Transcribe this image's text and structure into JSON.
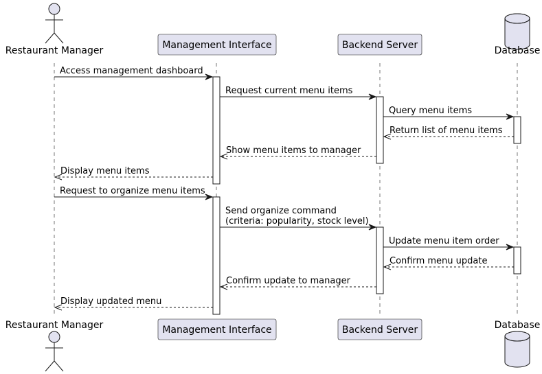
{
  "participants": [
    {
      "id": "manager",
      "label": "Restaurant Manager",
      "kind": "actor"
    },
    {
      "id": "ui",
      "label": "Management Interface",
      "kind": "box"
    },
    {
      "id": "server",
      "label": "Backend Server",
      "kind": "box"
    },
    {
      "id": "db",
      "label": "Database",
      "kind": "database"
    }
  ],
  "messages": [
    {
      "from": "manager",
      "to": "ui",
      "lines": [
        "Access management dashboard"
      ],
      "dashed": false
    },
    {
      "from": "ui",
      "to": "server",
      "lines": [
        "Request current menu items"
      ],
      "dashed": false
    },
    {
      "from": "server",
      "to": "db",
      "lines": [
        "Query menu items"
      ],
      "dashed": false
    },
    {
      "from": "db",
      "to": "server",
      "lines": [
        "Return list of menu items"
      ],
      "dashed": true
    },
    {
      "from": "server",
      "to": "ui",
      "lines": [
        "Show menu items to manager"
      ],
      "dashed": true
    },
    {
      "from": "ui",
      "to": "manager",
      "lines": [
        "Display menu items"
      ],
      "dashed": true
    },
    {
      "from": "manager",
      "to": "ui",
      "lines": [
        "Request to organize menu items"
      ],
      "dashed": false
    },
    {
      "from": "ui",
      "to": "server",
      "lines": [
        "Send organize command",
        "(criteria: popularity, stock level)"
      ],
      "dashed": false
    },
    {
      "from": "server",
      "to": "db",
      "lines": [
        "Update menu item order"
      ],
      "dashed": false
    },
    {
      "from": "db",
      "to": "server",
      "lines": [
        "Confirm menu update"
      ],
      "dashed": true
    },
    {
      "from": "server",
      "to": "ui",
      "lines": [
        "Confirm update to manager"
      ],
      "dashed": true
    },
    {
      "from": "ui",
      "to": "manager",
      "lines": [
        "Display updated menu"
      ],
      "dashed": true
    }
  ],
  "activations": [
    {
      "participant": "ui",
      "from_message": 0,
      "to_message": 5
    },
    {
      "participant": "server",
      "from_message": 1,
      "to_message": 4
    },
    {
      "participant": "db",
      "from_message": 2,
      "to_message": 3
    },
    {
      "participant": "ui",
      "from_message": 6,
      "to_message": 11
    },
    {
      "participant": "server",
      "from_message": 7,
      "to_message": 10
    },
    {
      "participant": "db",
      "from_message": 8,
      "to_message": 9
    }
  ],
  "colors": {
    "participant_fill": "#E2E2F0",
    "stroke": "#181818",
    "activation_fill": "#FFFFFF"
  }
}
